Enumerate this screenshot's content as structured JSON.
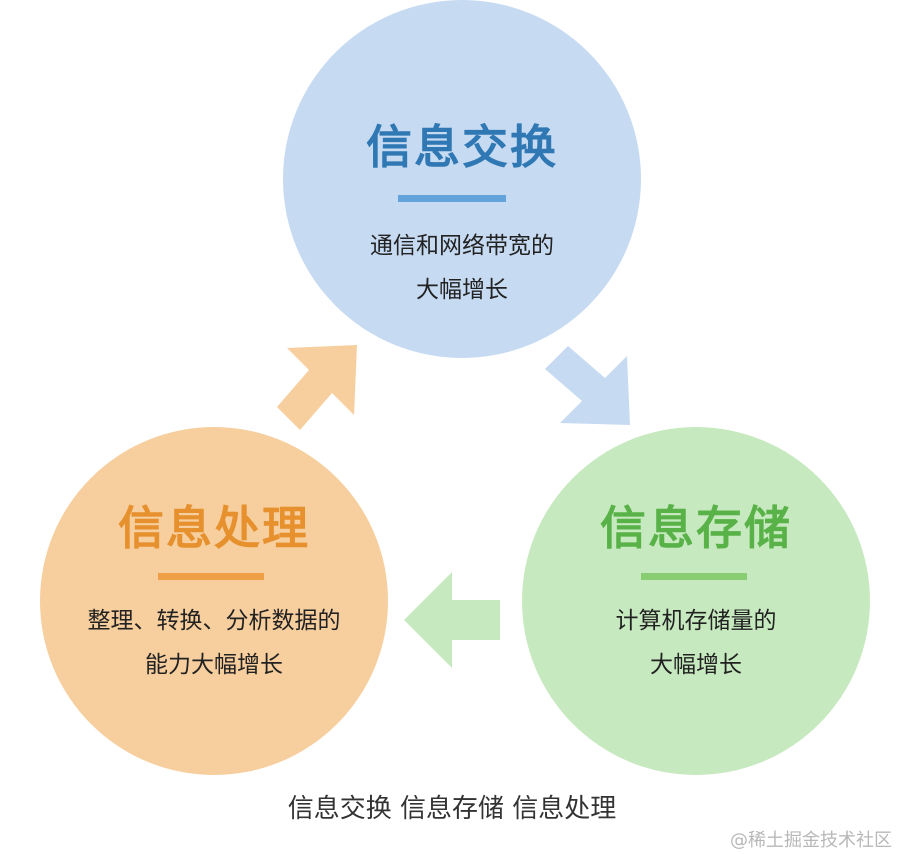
{
  "cycle": {
    "nodes": [
      {
        "title": "信息交换",
        "desc_line1": "通信和网络带宽的",
        "desc_line2": "大幅增长"
      },
      {
        "title": "信息存储",
        "desc_line1": "计算机存储量的",
        "desc_line2": "大幅增长"
      },
      {
        "title": "信息处理",
        "desc_line1": "整理、转换、分析数据的",
        "desc_line2": "能力大幅增长"
      }
    ],
    "colors": {
      "exchange": "#c6daf2",
      "storage": "#c7e9bf",
      "processing": "#f7ce9d"
    }
  },
  "caption": "信息交换 信息存储 信息处理",
  "watermark": "@稀土掘金技术社区"
}
